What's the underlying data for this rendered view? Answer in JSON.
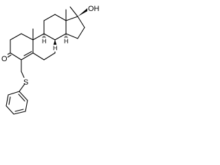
{
  "structure": {
    "atom_labels": {
      "oxygen_ketone": "O",
      "hydroxyl": "OH",
      "sulfur": "S"
    },
    "stereo_labels": {
      "h8": "H",
      "h9": "H",
      "h14": "H"
    },
    "colors": {
      "bonds": "#000000",
      "background": "#ffffff"
    }
  }
}
